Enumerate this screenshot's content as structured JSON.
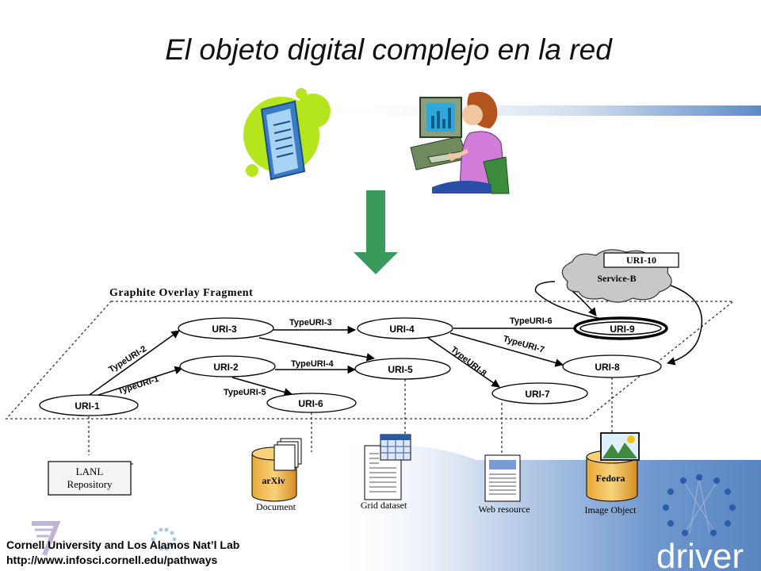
{
  "slide": {
    "title": "El objeto digital complejo en la red",
    "credit_line1": "Cornell University and Los Alamos Nat’l Lab",
    "credit_line2": "http://www.infosci.cornell.edu/pathways",
    "logo_text": "driver"
  },
  "icons": [
    "server-icon",
    "woman-at-computer-icon",
    "down-arrow-icon"
  ],
  "colors": {
    "arrow_green": "#3a9a5c",
    "band_blue": "#4f7fbf",
    "logo_blue": "#2a5caa"
  },
  "diagram": {
    "title": "Graphite Overlay Fragment",
    "nodes": {
      "uri1": "URI-1",
      "uri2": "URI-2",
      "uri3": "URI-3",
      "uri4": "URI-4",
      "uri5": "URI-5",
      "uri6": "URI-6",
      "uri7": "URI-7",
      "uri8": "URI-8",
      "uri9": "URI-9",
      "uri10": "URI-10"
    },
    "service": "Service-B",
    "edges": {
      "t1": "TypeURI-1",
      "t2": "TypeURI-2",
      "t3": "TypeURI-3",
      "t4": "TypeURI-4",
      "t5": "TypeURI-5",
      "t6": "TypeURI-6",
      "t7": "TypeURI-7",
      "t8": "TypeURI-8"
    },
    "repo_line1": "LANL",
    "repo_line2": "Repository",
    "arxiv": "arXiv",
    "fedora": "Fedora",
    "captions": {
      "document": "Document",
      "grid": "Grid dataset",
      "web": "Web resource",
      "image": "Image Object"
    }
  }
}
